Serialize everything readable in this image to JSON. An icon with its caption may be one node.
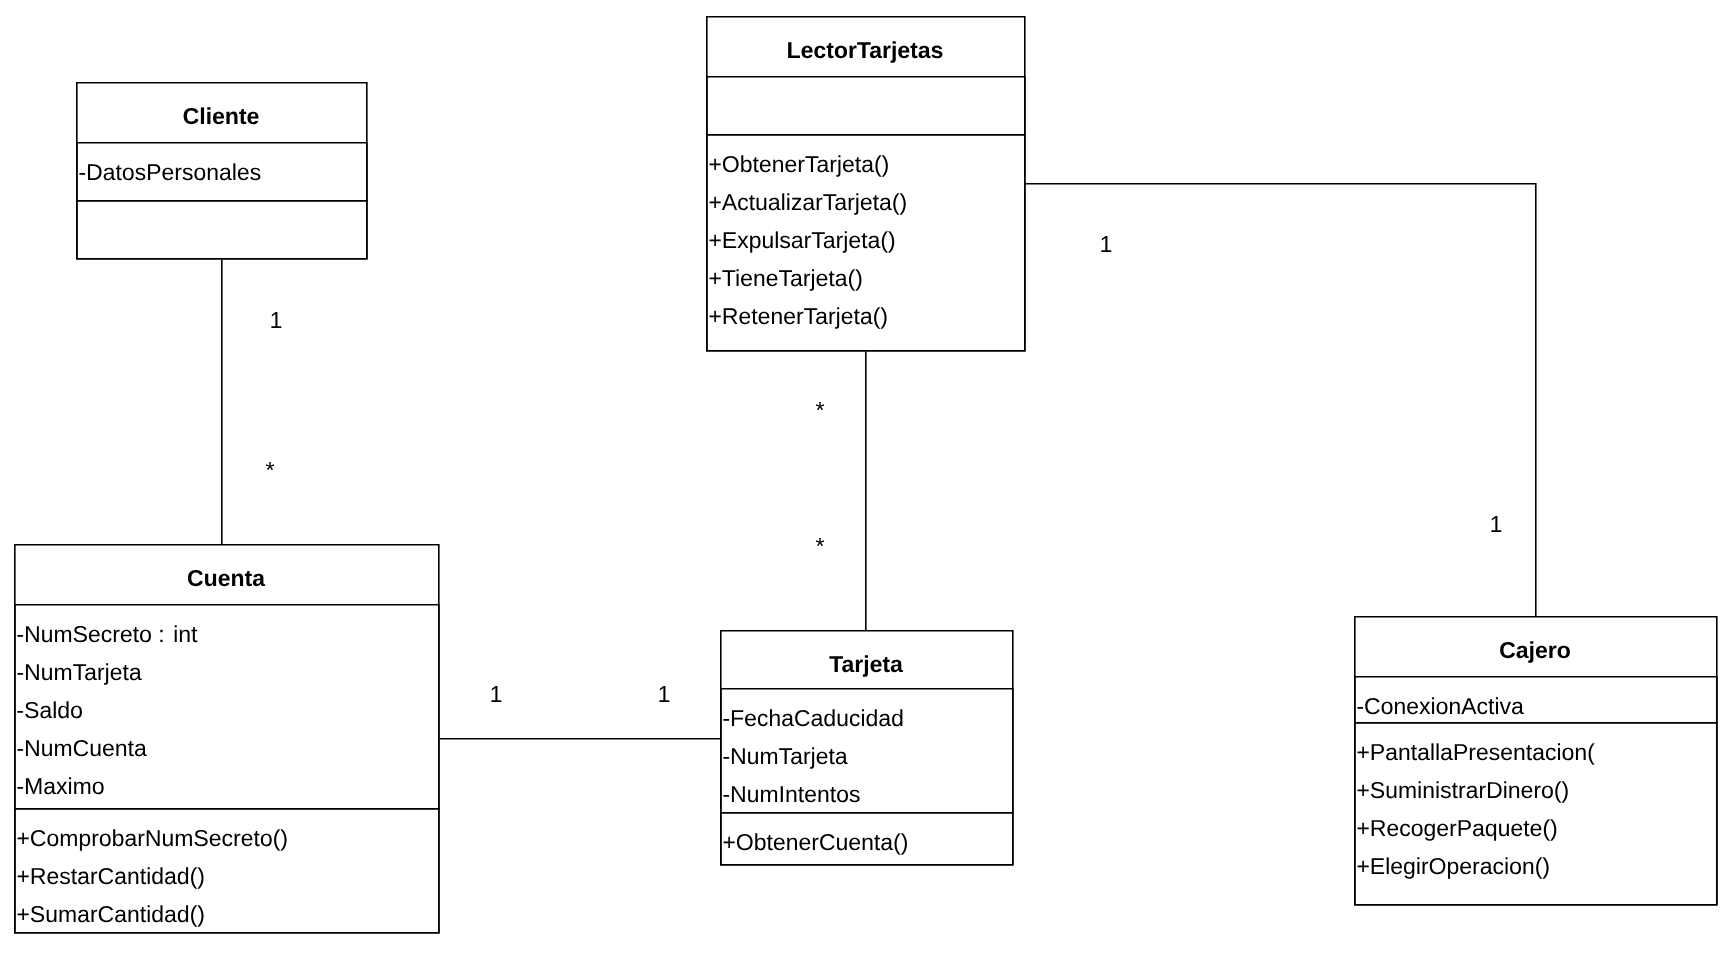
{
  "diagram": {
    "nodes": [
      {
        "text": [
          "Cliente"
        ]
      },
      {
        "text": [
          "-DatosPersonales"
        ],
        "in": 0
      },
      {
        "text": [],
        "shape": "box",
        "in": 0
      },
      {
        "text": [
          "LectorTarjetas"
        ]
      },
      {
        "text": [],
        "shape": "box",
        "in": 3
      },
      {
        "text": [
          "+ObtenerTarjeta()",
          "+ActualizarTarjeta()",
          "+ExpulsarTarjeta()",
          "+TieneTarjeta()",
          "+RetenerTarjeta()"
        ],
        "in": 3
      },
      {
        "text": [
          "Cuenta"
        ]
      },
      {
        "text": [
          "-NumSecreto : int",
          "-NumTarjeta",
          "-Saldo",
          "-NumCuenta",
          "-Maximo"
        ],
        "in": 6
      },
      {
        "text": [
          "+ComprobarNumSecreto()",
          "+RestarCantidad()",
          "+SumarCantidad()"
        ],
        "in": 6
      },
      {
        "text": [
          "Tarjeta"
        ]
      },
      {
        "text": [
          "-FechaCaducidad",
          "-NumTarjeta",
          "-NumIntentos"
        ],
        "in": 9
      },
      {
        "text": [
          "+ObtenerCuenta()"
        ],
        "in": 9
      },
      {
        "text": [
          "Cajero"
        ]
      },
      {
        "text": [
          "-ConexionActiva"
        ],
        "in": 12
      },
      {
        "text": [
          "+PantallaPresentacion(",
          "+SuministrarDinero()",
          "+RecogerPaquete()",
          "+ElegirOperacion()"
        ],
        "in": 12
      }
    ],
    "edges": [
      {
        "from": 0,
        "to": 6,
        "arrow": "none"
      },
      {
        "from": 3,
        "to": 9,
        "arrow": "none"
      },
      {
        "from": 3,
        "to": 12,
        "arrow": "none"
      },
      {
        "from": 6,
        "to": 9,
        "arrow": "none"
      }
    ],
    "labels": [
      "1",
      "*",
      "*",
      "*",
      "1",
      "1",
      "1",
      "1"
    ]
  }
}
